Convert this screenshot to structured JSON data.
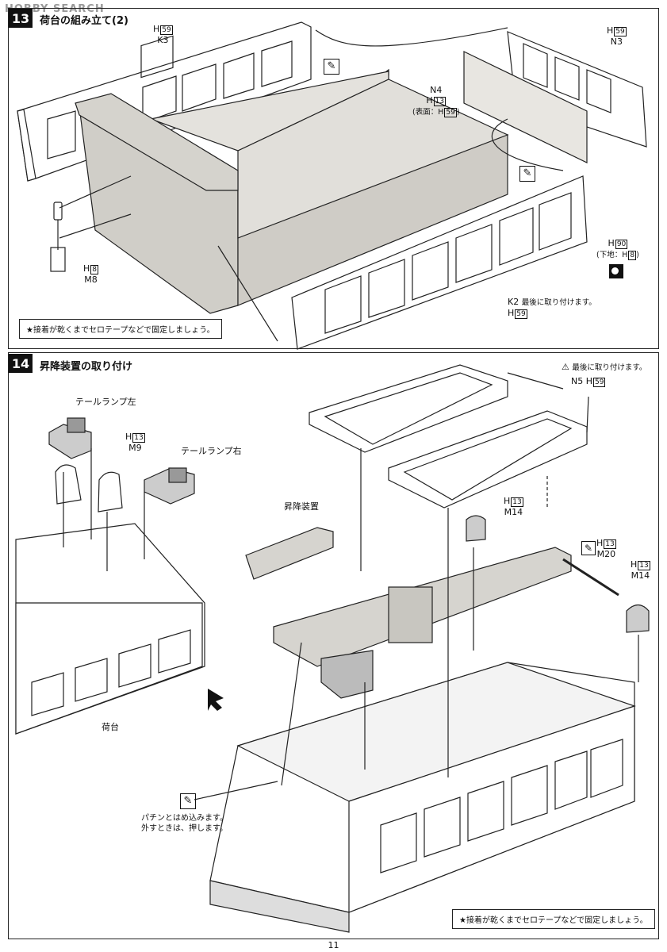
{
  "watermark": "HOBBY SEARCH",
  "page_number": "11",
  "step13": {
    "number": "13",
    "title": "荷台の組み立て(2)",
    "k3": {
      "color": "H",
      "num": "59",
      "part": "K3"
    },
    "n3": {
      "color": "H",
      "num": "59",
      "part": "N3"
    },
    "n4": {
      "part": "N4",
      "color": "H",
      "num": "13",
      "surface_prefix": "(表面：H",
      "surface_num": "59",
      "surface_suffix": ")"
    },
    "m8": {
      "color": "H",
      "num": "8",
      "part": "M8"
    },
    "h90": {
      "color": "H",
      "num": "90",
      "base_prefix": "(下地：H",
      "base_num": "8",
      "base_suffix": ")"
    },
    "k2": {
      "part": "K2",
      "note": "最後に取り付けます。",
      "color": "H",
      "num": "59"
    },
    "note": "★接着が乾くまでセロテープなどで固定しましょう。"
  },
  "step14": {
    "number": "14",
    "title": "昇降装置の取り付け",
    "caution_text": "最後に取り付けます。",
    "n5": {
      "part": "N5",
      "color": "H",
      "num": "59"
    },
    "tail_left": "テールランプ左",
    "tail_right": "テールランプ右",
    "m9": {
      "color": "H",
      "num": "13",
      "part": "M9"
    },
    "m14a": {
      "color": "H",
      "num": "13",
      "part": "M14"
    },
    "m20": {
      "color": "H",
      "num": "13",
      "part": "M20"
    },
    "m14b": {
      "color": "H",
      "num": "13",
      "part": "M14"
    },
    "lift_device": "昇降装置",
    "bed": "荷台",
    "snap_line1": "パチンとはめ込みます。",
    "snap_line2": "外すときは、押します。",
    "note": "★接着が乾くまでセロテープなどで固定しましょう。"
  }
}
